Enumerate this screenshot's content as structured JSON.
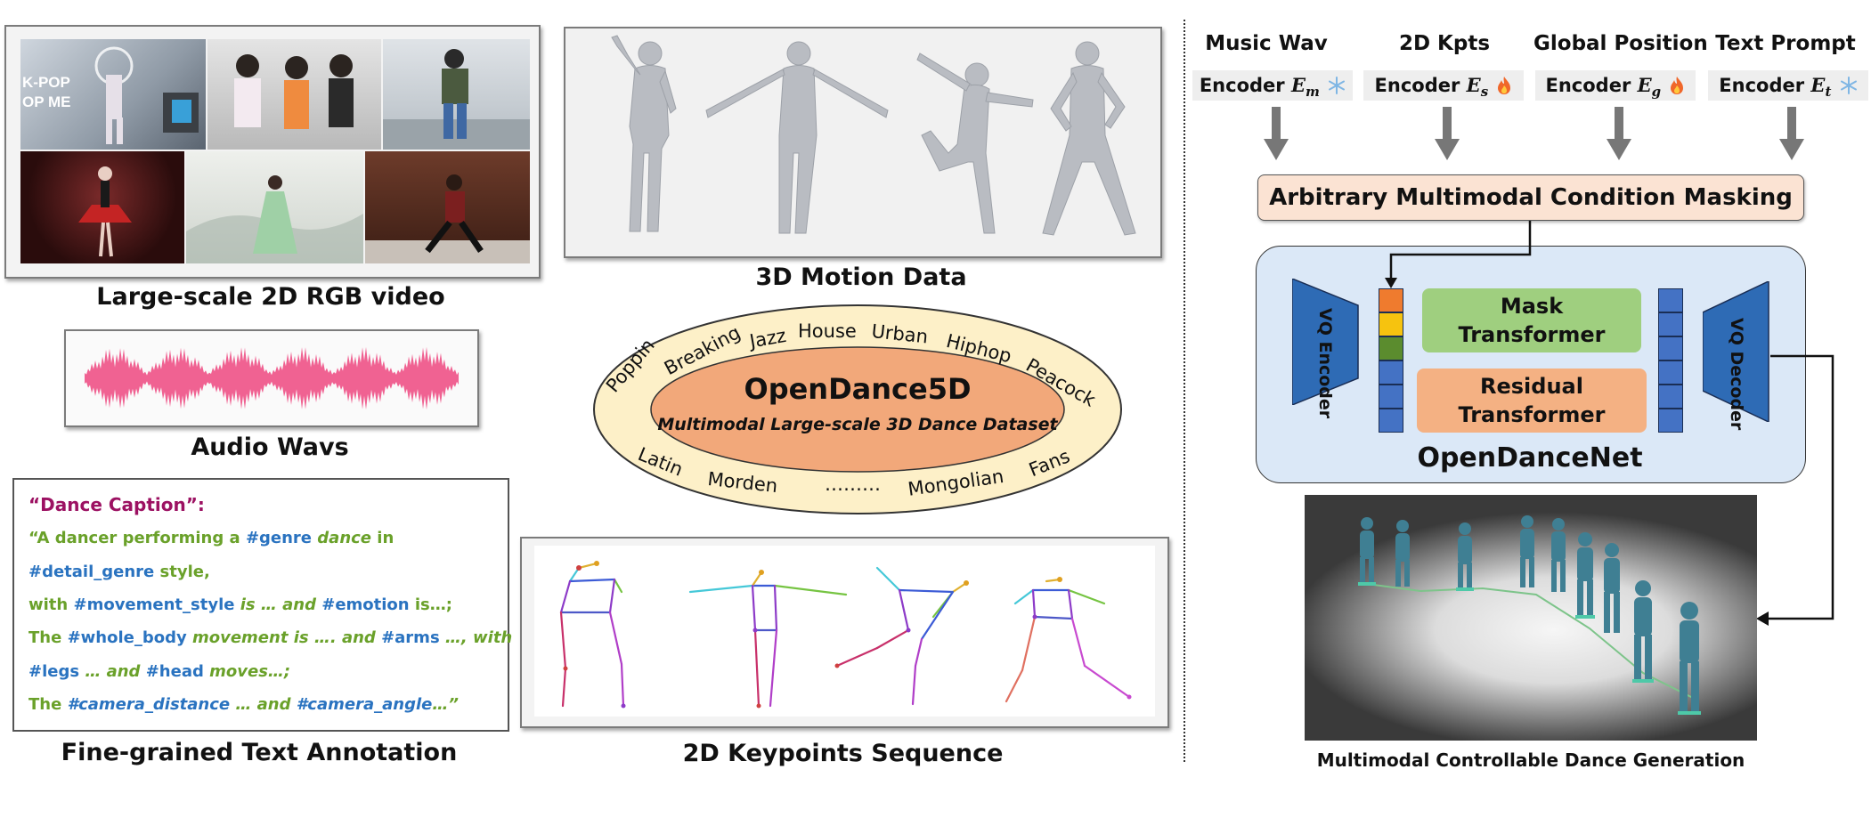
{
  "left": {
    "video_tiles": [
      {
        "overlay": "K-POP\nOP ME"
      },
      {
        "overlay": ""
      },
      {
        "overlay": ""
      },
      {
        "overlay": ""
      },
      {
        "overlay": ""
      },
      {
        "overlay": ""
      }
    ],
    "video_caption": "Large-scale 2D RGB video",
    "audio_caption": "Audio Wavs",
    "text_caption": "Fine-grained Text Annotation",
    "text_annotation": {
      "title": "“Dance Caption”:",
      "l1_a": "“A dancer performing a ",
      "l1_b": "#genre",
      "l1_c": " dance",
      "l1_d": " in",
      "l2_a": "#detail_genre",
      "l2_b": "  style,",
      "l3_a": "with  ",
      "l3_b": "#movement_style",
      "l3_c": " is … and ",
      "l3_d": "#emotion",
      "l3_e": " is…;",
      "l4_a": "The ",
      "l4_b": "#whole_body",
      "l4_c": " movement is …. and ",
      "l4_d": "#arms",
      "l4_e": " …, with",
      "l5_a": "#legs",
      "l5_b": " … and ",
      "l5_c": "#head",
      "l5_d": " moves…;",
      "l6_a": "The ",
      "l6_b": "#camera_distance",
      "l6_c": " … and ",
      "l6_d": "#camera_angle",
      "l6_e": "…”"
    }
  },
  "middle": {
    "motion_caption": "3D Motion Data",
    "dataset_title": "OpenDance5D",
    "dataset_subtitle": "Multimodal Large-scale 3D Dance Dataset",
    "genres_top": [
      "Poppin",
      "Breaking",
      "Jazz",
      "House",
      "Urban",
      "Hiphop",
      "Peacock"
    ],
    "genres_bottom": [
      "Latin",
      "Morden",
      "………",
      "Mongolian",
      "Fans"
    ],
    "keypoints_caption": "2D Keypoints Sequence"
  },
  "right": {
    "inputs": [
      {
        "label": "Music Wav",
        "encoder": "Encoder",
        "symbol": "E",
        "sub": "m",
        "state": "frozen"
      },
      {
        "label": "2D Kpts",
        "encoder": "Encoder",
        "symbol": "E",
        "sub": "s",
        "state": "trainable"
      },
      {
        "label": "Global Position",
        "encoder": "Encoder",
        "symbol": "E",
        "sub": "g",
        "state": "trainable"
      },
      {
        "label": "Text Prompt",
        "encoder": "Encoder",
        "symbol": "E",
        "sub": "t",
        "state": "frozen"
      }
    ],
    "masking_label": "Arbitrary Multimodal Condition Masking",
    "vq_encoder": "VQ Encoder",
    "vq_decoder": "VQ Decoder",
    "mask_transformer": "Mask\nTransformer",
    "residual_transformer": "Residual\nTransformer",
    "net_name": "OpenDanceNet",
    "gen_caption": "Multimodal Controllable Dance Generation"
  },
  "icons": {
    "frozen": "snowflake-icon",
    "trainable": "fire-icon"
  },
  "colors": {
    "net_bg": "#dbe8f7",
    "vq_blue": "#2e6bb5",
    "mask_green": "#9fcf7f",
    "residual_orange": "#f4b183",
    "masking_bg": "#fbe3d3",
    "ellipse_outer": "#fdf0c8",
    "ellipse_inner": "#f2a87a",
    "wave_pink": "#f06292",
    "token_orange": "#ef7b2e",
    "token_yellow": "#f6c30f",
    "token_green": "#5b8c2e",
    "token_blue": "#4472c4"
  }
}
